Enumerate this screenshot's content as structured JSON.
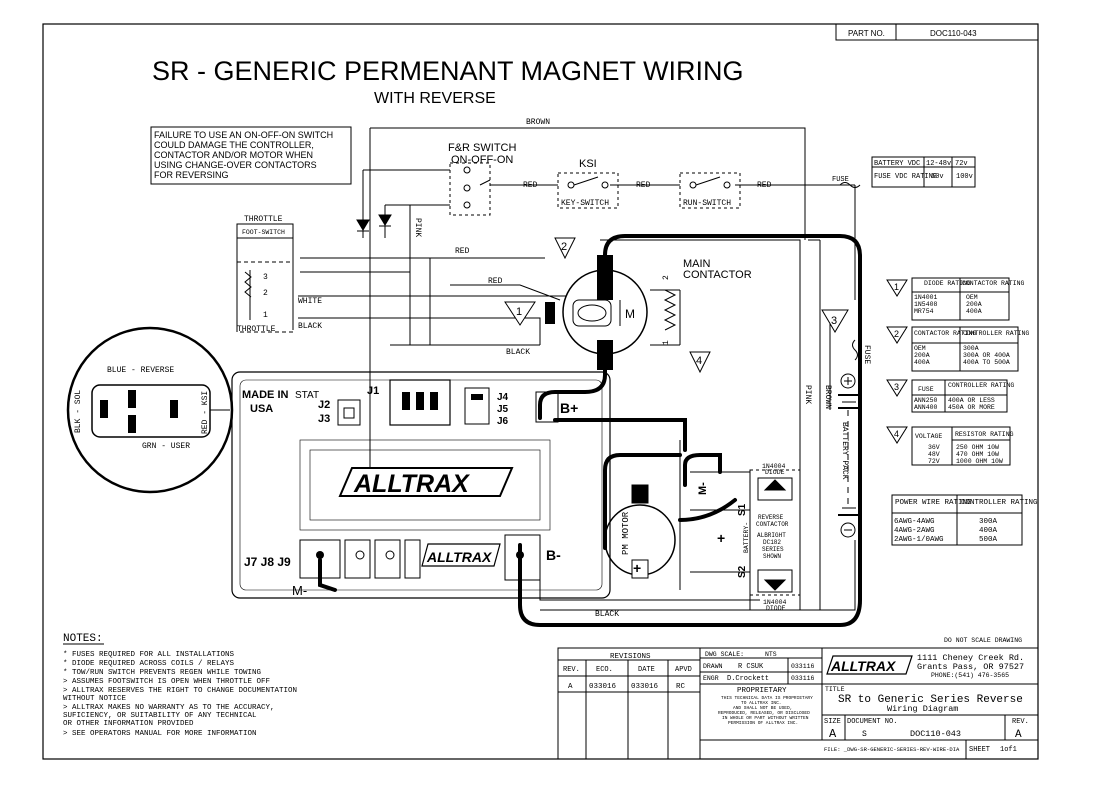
{
  "title": {
    "main": "SR - GENERIC PERMENANT MAGNET WIRING",
    "sub": "WITH REVERSE"
  },
  "part_block": {
    "label": "PART NO.",
    "value": "DOC110-043"
  },
  "warning": {
    "lines": [
      "FAILURE TO USE AN ON-OFF-ON SWITCH",
      "COULD DAMAGE THE CONTROLLER,",
      "CONTACTOR AND/OR MOTOR WHEN",
      "USING CHANGE-OVER CONTACTORS",
      "FOR REVERSING"
    ]
  },
  "labels": {
    "brown": "BROWN",
    "fr_switch_1": "F&R SWITCH",
    "fr_switch_2": "ON-OFF-ON",
    "ksi": "KSI",
    "red": "RED",
    "key_switch": "KEY-SWITCH",
    "run_switch": "RUN-SWITCH",
    "fuse": "FUSE",
    "throttle": "THROTTLE",
    "foot_switch": "FOOT-SWITCH",
    "pink": "PINK",
    "white": "WHITE",
    "black": "BLACK",
    "main_contactor_1": "MAIN",
    "main_contactor_2": "CONTACTOR",
    "made_in_1": "MADE IN",
    "made_in_2": "USA",
    "stat": "STAT",
    "j1": "J1",
    "j2": "J2",
    "j3": "J3",
    "j4": "J4",
    "j5": "J5",
    "j6": "J6",
    "b_plus": "B+",
    "b_minus": "B-",
    "j789": "J7 J8 J9",
    "m_minus": "M-",
    "brand": "ALLTRAX",
    "battery_pack": "BATTERY PACK",
    "pm_motor": "PM MOTOR",
    "diode": "1N4004",
    "diode2": "DIODE",
    "reverse_contactor": [
      "REVERSE",
      "CONTACTOR",
      "ALBRIGHT",
      "DC182",
      "SERIES",
      "SHOWN"
    ],
    "battery_minus": "BATTERY-",
    "s1": "S1",
    "s2": "S2",
    "num_1": "1",
    "num_2": "2",
    "num_3": "3",
    "tri_1": "1",
    "tri_2": "2",
    "tri_3": "3",
    "tri_4": "4"
  },
  "connector": {
    "blue": "BLUE - REVERSE",
    "grn": "GRN - USER",
    "blk": "BLK - SOL",
    "red_ksi": "RED - KSI"
  },
  "tables": {
    "battery": {
      "rows": [
        [
          "BATTERY VDC",
          "12-48v",
          "72v"
        ],
        [
          "FUSE VDC RATING",
          "60v",
          "100v"
        ]
      ]
    },
    "diode": {
      "headers": [
        "DIODE RATING",
        "CONTACTOR RATING"
      ],
      "col1": [
        "1N4001",
        "1N5408",
        "MR754"
      ],
      "col2": [
        "OEM",
        "200A",
        "400A"
      ]
    },
    "contactor": {
      "headers": [
        "CONTACTOR RATING",
        "CONTROLLER RATING"
      ],
      "col1": [
        "OEM",
        "200A",
        "400A"
      ],
      "col2": [
        "300A",
        "300A OR 400A",
        "400A TO 500A"
      ]
    },
    "fuse": {
      "headers": [
        "FUSE",
        "CONTROLLER RATING"
      ],
      "col1": [
        "ANN250",
        "ANN400"
      ],
      "col2": [
        "400A OR LESS",
        "450A OR MORE"
      ]
    },
    "resistor": {
      "headers": [
        "VOLTAGE",
        "RESISTOR RATING"
      ],
      "col1": [
        "36V",
        "48V",
        "72V"
      ],
      "col2": [
        "250 OHM 10W",
        "470 OHM 10W",
        "1000 OHM 10W"
      ]
    },
    "power_wire": {
      "headers": [
        "POWER WIRE RATING",
        "CONTROLLER RATING"
      ],
      "col1": [
        "6AWG-4AWG",
        "4AWG-2AWG",
        "2AWG-1/0AWG"
      ],
      "col2": [
        "300A",
        "400A",
        "500A"
      ]
    }
  },
  "notes": {
    "title": "NOTES:",
    "items": [
      "* FUSES REQUIRED FOR ALL INSTALLATIONS",
      "* DIODE REQUIRED ACROSS COILS / RELAYS",
      "* TOW/RUN SWITCH PREVENTS REGEN WHILE TOWING",
      "> ASSUMES FOOTSWITCH IS OPEN WHEN THROTTLE OFF",
      "> ALLTRAX RESERVES THE RIGHT TO CHANGE DOCUMENTATION",
      "  WITHOUT NOTICE",
      "> ALLTRAX MAKES NO WARRANTY AS TO THE ACCURACY,",
      "  SUFICIENCY, OR SUITABILITY OF ANY TECHNICAL",
      "  OR OTHER INFORMATION PROVIDED",
      "> SEE OPERATORS MANUAL FOR MORE INFORMATION"
    ]
  },
  "title_block": {
    "do_not_scale": "DO NOT SCALE DRAWING",
    "revisions": "REVISIONS",
    "rev_headers": [
      "REV.",
      "ECO.",
      "DATE",
      "APVD"
    ],
    "rev_row": [
      "A",
      "033016",
      "033016",
      "RC"
    ],
    "dwg_scale": "DWG SCALE:",
    "nts": "NTS",
    "drawn": "DRAWN",
    "drawn_by": "R CSUK",
    "drawn_date": "033116",
    "engr": "ENGR",
    "engr_by": "D.Crockett",
    "engr_date": "033116",
    "proprietary": "PROPRIETARY",
    "prop_text": [
      "THIS TECHNICAL DATA IS PROPRIETARY",
      "TO ALLTRAX INC.",
      "AND SHALL NOT BE USED,",
      "REPRODUCED, RELEASED, OR DISCLOSED",
      "IN WHOLE OR PART WITHOUT WRITTEN",
      "PERMISSION OF ALLTRAX INC."
    ],
    "company": "ALLTRAX",
    "address1": "1111 Cheney Creek Rd.",
    "address2": "Grants Pass, OR 97527",
    "phone": "PHONE:(541) 476-3565",
    "title_label": "TITLE",
    "title_line1": "SR to Generic Series Reverse",
    "title_line2": "Wiring Diagram",
    "size_label": "SIZE",
    "size": "A",
    "doc_no_label": "DOCUMENT NO.",
    "doc_s": "S",
    "doc_no": "DOC110-043",
    "rev_label": "REV.",
    "rev": "A",
    "file": "FILE: _DWG-SR-GENERIC-SERIES-REV-WIRE-DIA",
    "sheet_label": "SHEET",
    "sheet": "1of1"
  }
}
